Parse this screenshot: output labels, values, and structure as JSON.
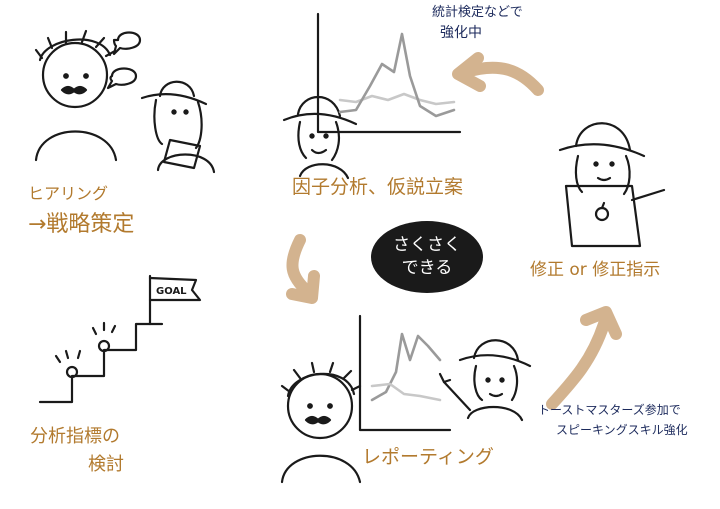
{
  "labels": {
    "hearing_line1": "ヒアリング",
    "hearing_line2": "→戦略策定",
    "factor_analysis": "因子分析、仮説立案",
    "fix": "修正 or 修正指示",
    "reporting": "レポーティング",
    "kpi_line1": "分析指標の",
    "kpi_line2": "検討",
    "stats_line1": "統計検定などで",
    "stats_line2": "強化中",
    "toastmasters_line1": "トーストマスターズ参加で",
    "toastmasters_line2": "スピーキングスキル強化",
    "goal_flag": "GOAL"
  },
  "center_badge": {
    "line1": "さくさく",
    "line2": "できる"
  },
  "colors": {
    "ink": "#1A1A1A",
    "label_orange": "#B27A2E",
    "note_navy": "#1C2A5C",
    "arrow_tan": "#D3B38F",
    "chart_gray": "#9A9A9A",
    "chart_light": "#C8C8C8"
  }
}
